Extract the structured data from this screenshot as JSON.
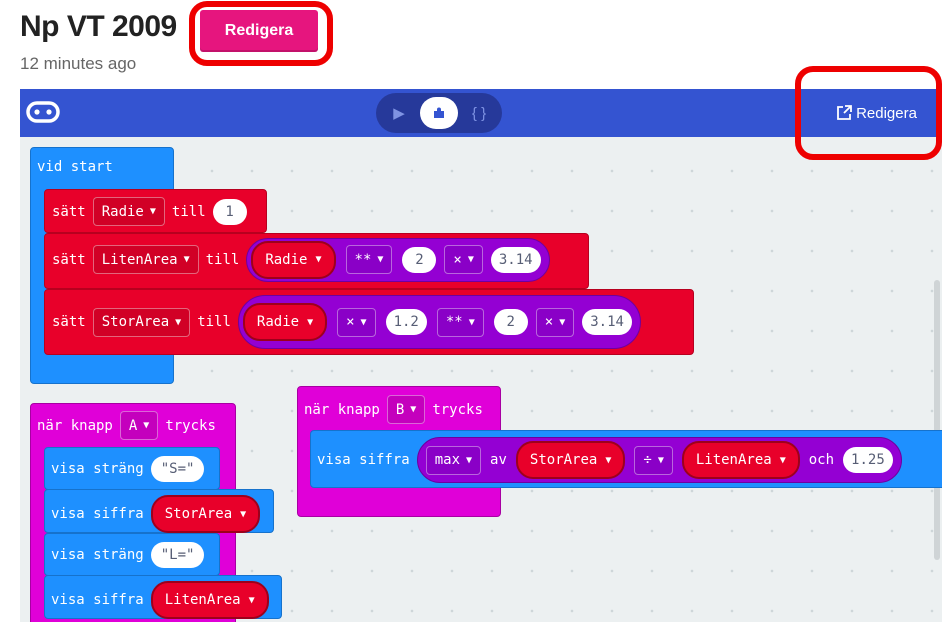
{
  "header": {
    "title": "Np VT 2009",
    "edit_button": "Redigera",
    "timestamp": "12 minutes ago"
  },
  "editor": {
    "toggle": {
      "play": "▶",
      "blocks": "✚",
      "code": "{ }"
    },
    "edit_label": "Redigera"
  },
  "blocks": {
    "on_start": {
      "hat": "vid start",
      "set_label": "sätt",
      "to_label": "till",
      "vars": [
        "Radie",
        "LitenArea",
        "StorArea"
      ],
      "radie_value": "1",
      "op_pow": "**",
      "op_mul": "×",
      "litenarea_expr": {
        "var": "Radie",
        "exp": "2",
        "factor": "3.14"
      },
      "storarea_expr": {
        "var": "Radie",
        "mul": "1.2",
        "exp": "2",
        "factor": "3.14"
      }
    },
    "button_a": {
      "pre": "när knapp",
      "button": "A",
      "post": "trycks",
      "show_string": "visa sträng",
      "show_number": "visa siffra",
      "s_str": "\"S=\"",
      "l_str": "\"L=\"",
      "v1": "StorArea",
      "v2": "LitenArea"
    },
    "button_b": {
      "pre": "när knapp",
      "button": "B",
      "post": "trycks",
      "show_number": "visa siffra",
      "max": "max",
      "of": "av",
      "a": "StorArea",
      "op_div": "÷",
      "b": "LitenArea",
      "and": "och",
      "c": "1.25"
    }
  },
  "colors": {
    "accent_pink": "#e6157e",
    "toolbar_blue": "#3454d1",
    "block_blue": "#1e90ff",
    "block_red": "#e8002a",
    "block_magenta": "#e000d8",
    "block_purple": "#9400d3",
    "annotation_red": "#ee0000"
  }
}
